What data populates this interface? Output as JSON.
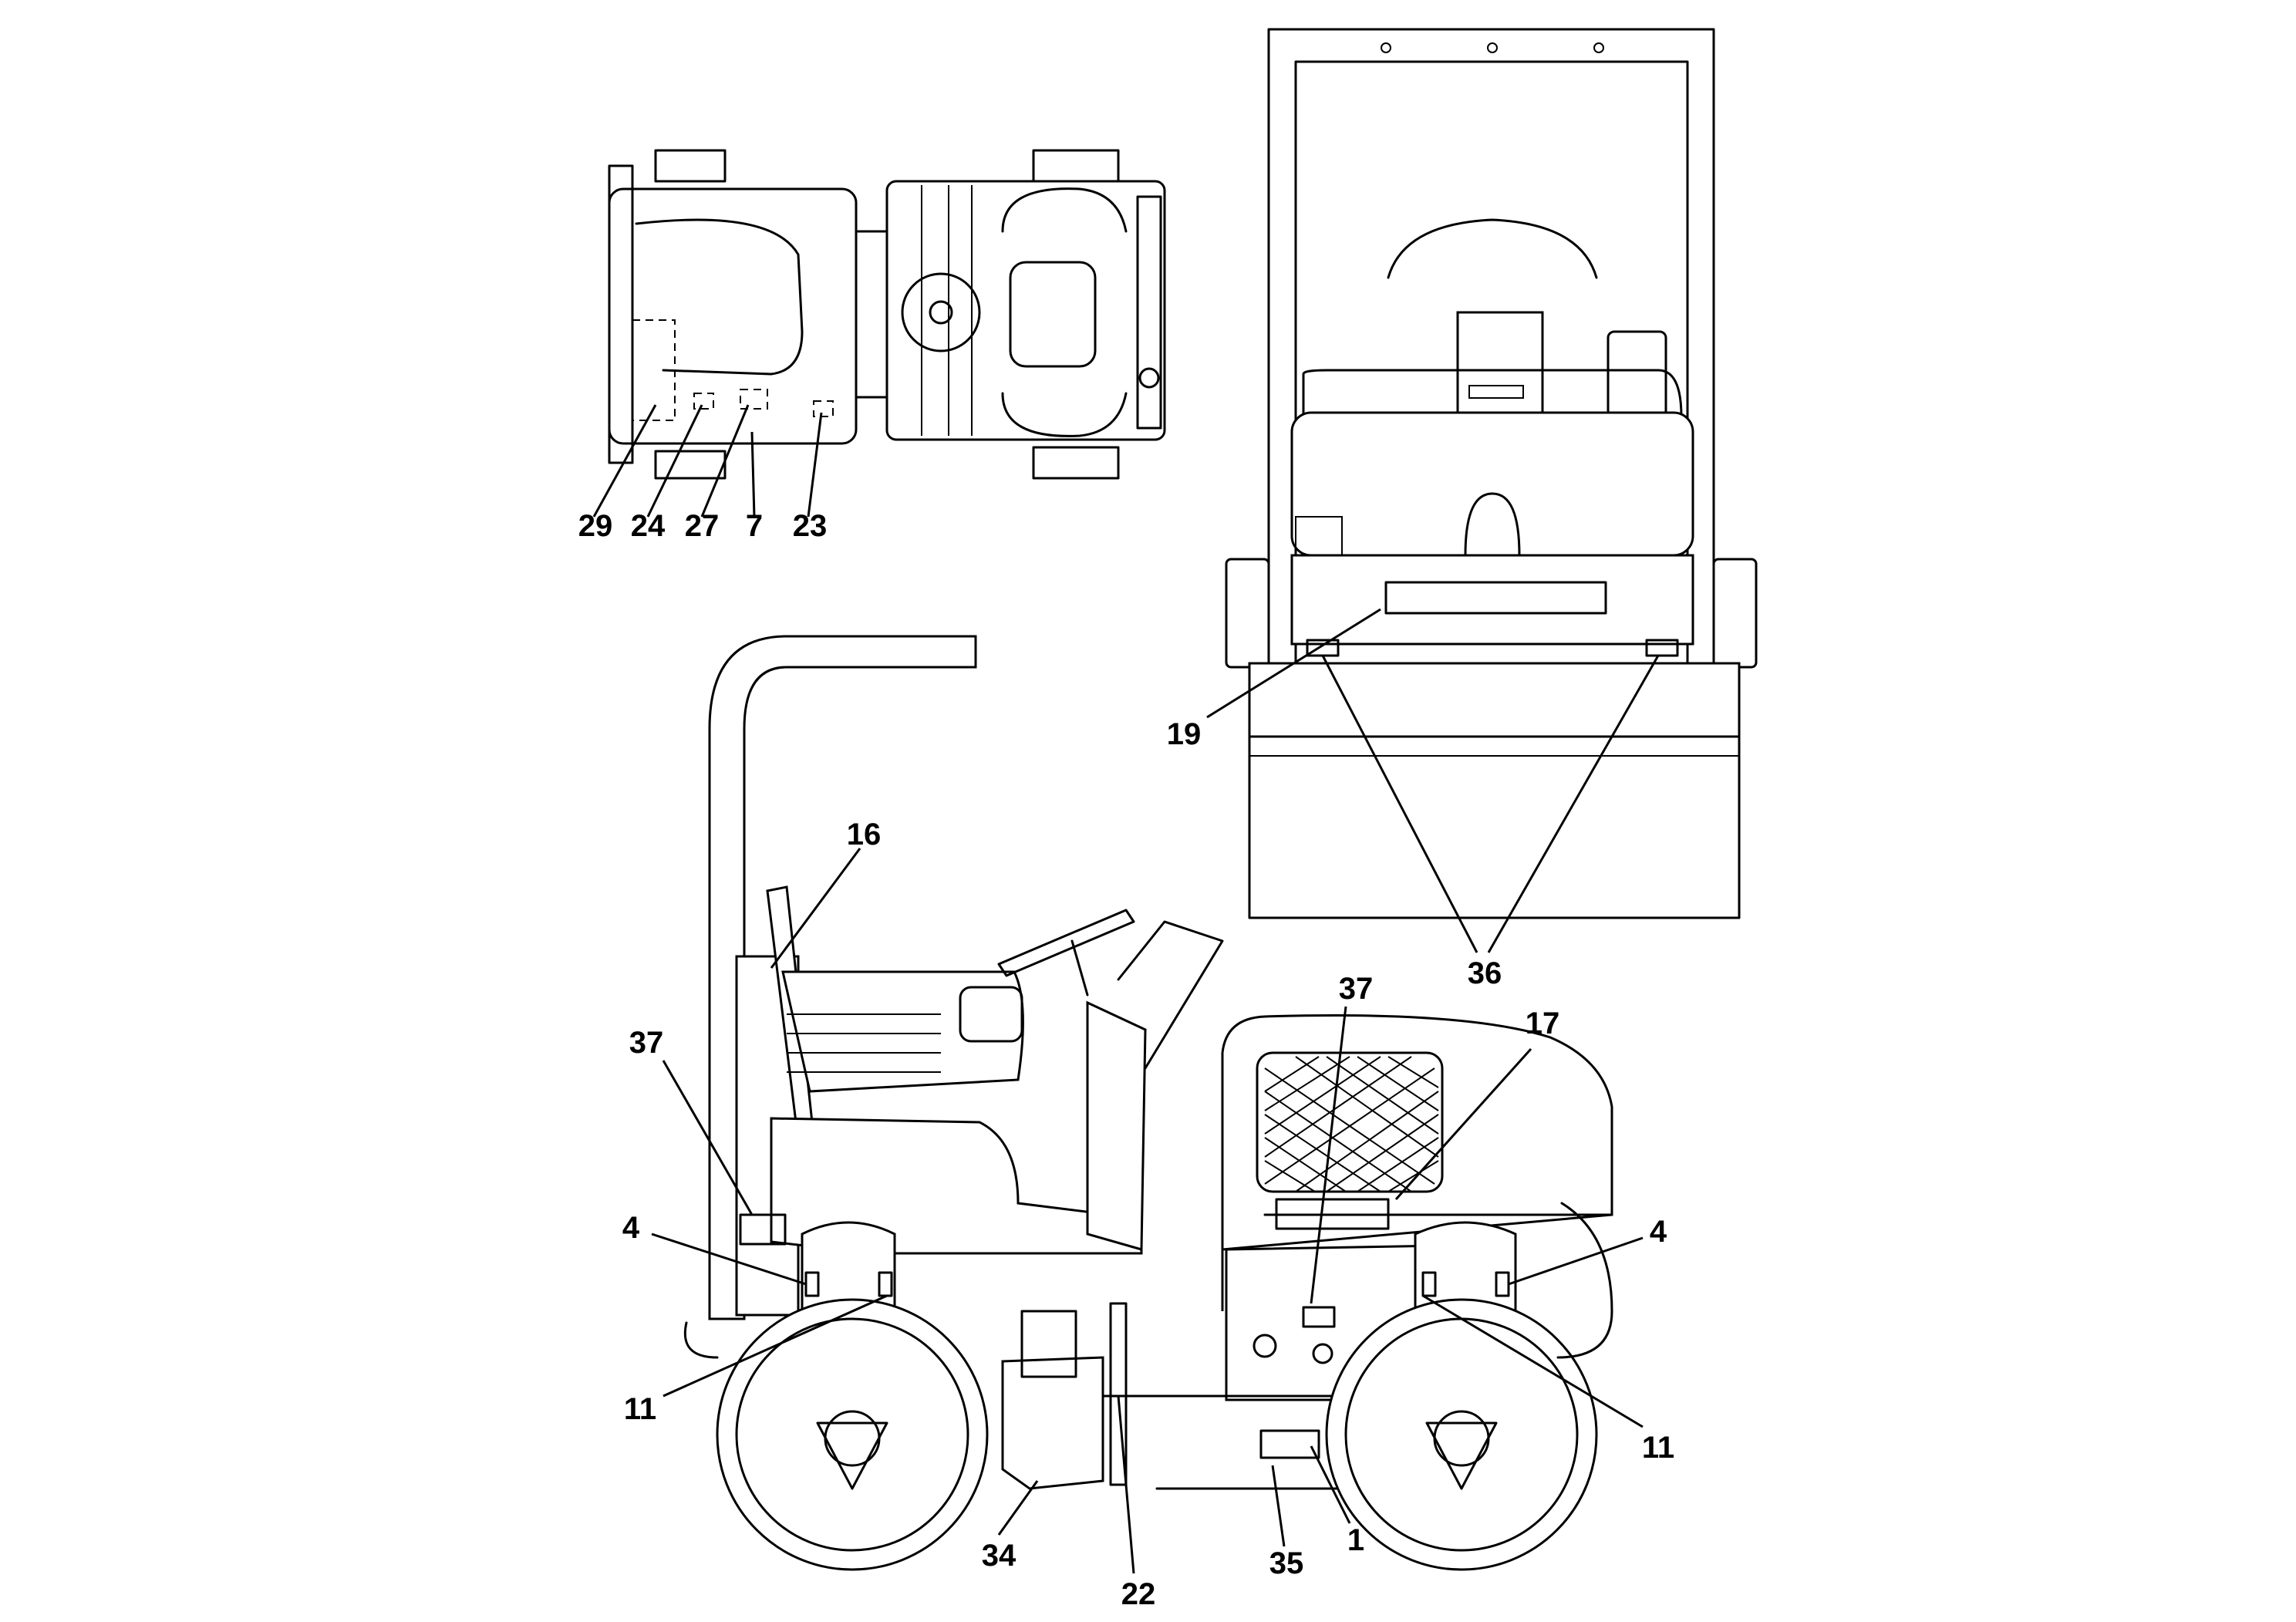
{
  "views": {
    "top": "top-view",
    "rear": "rear-view",
    "side": "side-view"
  },
  "callouts": {
    "top": [
      "29",
      "24",
      "27",
      "7",
      "23"
    ],
    "rear": [
      "19",
      "36"
    ],
    "side": [
      "16",
      "37",
      "37",
      "17",
      "4",
      "4",
      "11",
      "11",
      "34",
      "22",
      "35",
      "1"
    ]
  }
}
